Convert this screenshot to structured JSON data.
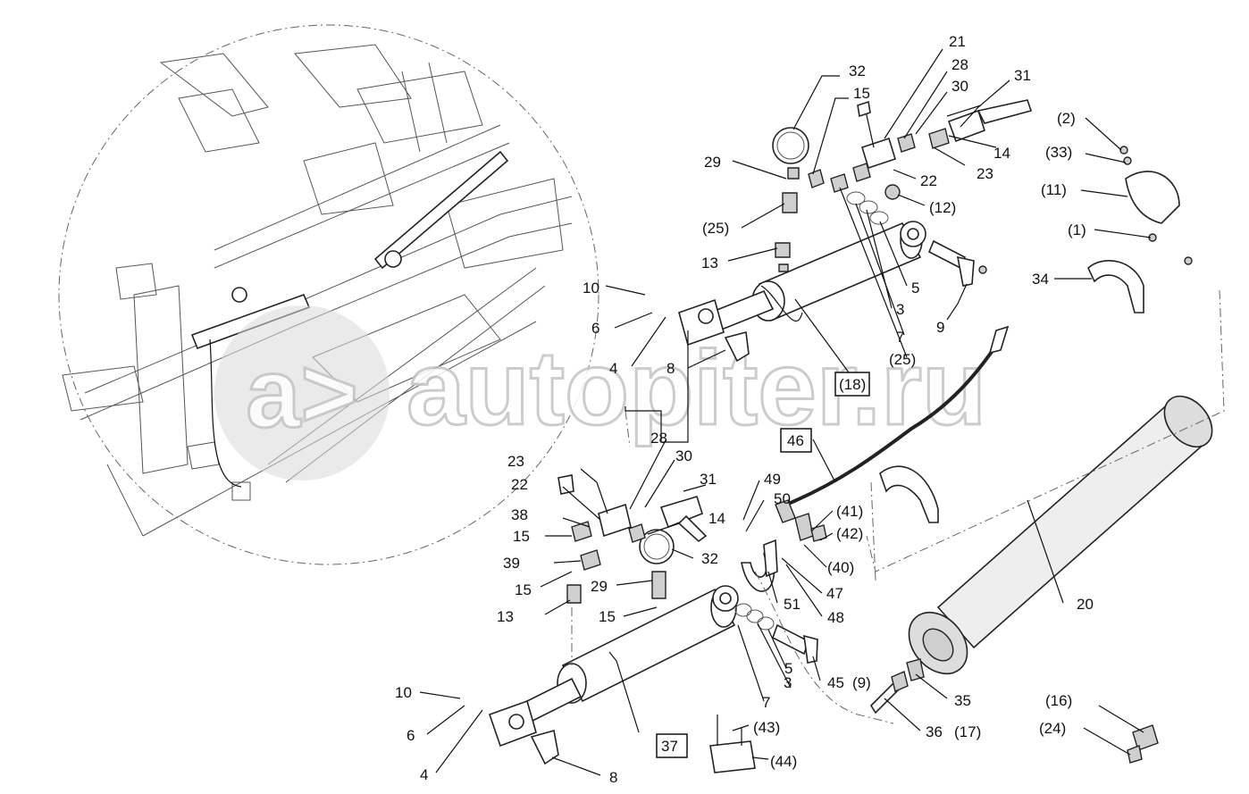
{
  "watermark": {
    "text": "autopiter.ru",
    "logo_glyph": "a>"
  },
  "labels": [
    {
      "id": "l21",
      "text": "21"
    },
    {
      "id": "l28a",
      "text": "28"
    },
    {
      "id": "l30a",
      "text": "30"
    },
    {
      "id": "l31a",
      "text": "31"
    },
    {
      "id": "l32a",
      "text": "32"
    },
    {
      "id": "l15a",
      "text": "15"
    },
    {
      "id": "l29a",
      "text": "29"
    },
    {
      "id": "l22a",
      "text": "22"
    },
    {
      "id": "l23a",
      "text": "23"
    },
    {
      "id": "l14a",
      "text": "14"
    },
    {
      "id": "l12",
      "text": "(12)"
    },
    {
      "id": "l25a",
      "text": "(25)"
    },
    {
      "id": "l13a",
      "text": "13"
    },
    {
      "id": "l5a",
      "text": "5"
    },
    {
      "id": "l3a",
      "text": "3"
    },
    {
      "id": "l7a",
      "text": "7"
    },
    {
      "id": "l25b",
      "text": "(25)"
    },
    {
      "id": "l9a",
      "text": "9"
    },
    {
      "id": "l18",
      "text": "(18)"
    },
    {
      "id": "l2",
      "text": "(2)"
    },
    {
      "id": "l33",
      "text": "(33)"
    },
    {
      "id": "l11",
      "text": "(11)"
    },
    {
      "id": "l1",
      "text": "(1)"
    },
    {
      "id": "l34",
      "text": "34"
    },
    {
      "id": "l10a",
      "text": "10"
    },
    {
      "id": "l6a",
      "text": "6"
    },
    {
      "id": "l4a",
      "text": "4"
    },
    {
      "id": "l8a",
      "text": "8"
    },
    {
      "id": "l46",
      "text": "46"
    },
    {
      "id": "l28b",
      "text": "28"
    },
    {
      "id": "l23b",
      "text": "23"
    },
    {
      "id": "l30b",
      "text": "30"
    },
    {
      "id": "l22b",
      "text": "22"
    },
    {
      "id": "l31b",
      "text": "31"
    },
    {
      "id": "l38",
      "text": "38"
    },
    {
      "id": "l14b",
      "text": "14"
    },
    {
      "id": "l15b",
      "text": "15"
    },
    {
      "id": "l39",
      "text": "39"
    },
    {
      "id": "l32b",
      "text": "32"
    },
    {
      "id": "l15c",
      "text": "15"
    },
    {
      "id": "l29b",
      "text": "29"
    },
    {
      "id": "l13b",
      "text": "13"
    },
    {
      "id": "l15d",
      "text": "15"
    },
    {
      "id": "l49",
      "text": "49"
    },
    {
      "id": "l50",
      "text": "50"
    },
    {
      "id": "l41",
      "text": "(41)"
    },
    {
      "id": "l42",
      "text": "(42)"
    },
    {
      "id": "l40",
      "text": "(40)"
    },
    {
      "id": "l47",
      "text": "47"
    },
    {
      "id": "l51",
      "text": "51"
    },
    {
      "id": "l48",
      "text": "48"
    },
    {
      "id": "l20",
      "text": "20"
    },
    {
      "id": "l5b",
      "text": "5"
    },
    {
      "id": "l3b",
      "text": "3"
    },
    {
      "id": "l45",
      "text": "45"
    },
    {
      "id": "l9b",
      "text": "(9)"
    },
    {
      "id": "l7b",
      "text": "7"
    },
    {
      "id": "l35",
      "text": "35"
    },
    {
      "id": "l10b",
      "text": "10"
    },
    {
      "id": "l6b",
      "text": "6"
    },
    {
      "id": "l4b",
      "text": "4"
    },
    {
      "id": "l37",
      "text": "37"
    },
    {
      "id": "l8b",
      "text": "8"
    },
    {
      "id": "l36",
      "text": "36"
    },
    {
      "id": "l17",
      "text": "(17)"
    },
    {
      "id": "l43",
      "text": "(43)"
    },
    {
      "id": "l44",
      "text": "(44)"
    },
    {
      "id": "l16",
      "text": "(16)"
    },
    {
      "id": "l24",
      "text": "(24)"
    }
  ]
}
